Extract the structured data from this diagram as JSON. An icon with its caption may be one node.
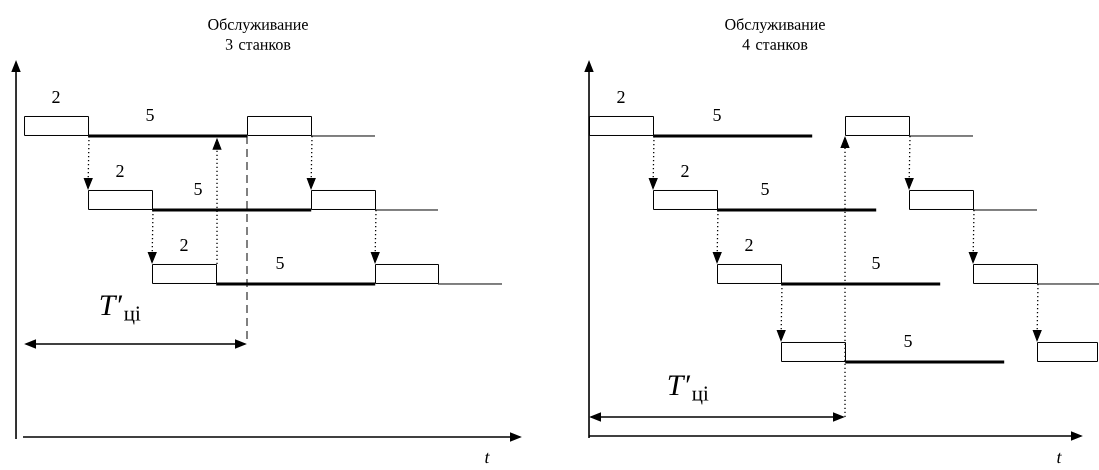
{
  "diagram": {
    "nodes": [
      {
        "text": [
          "2"
        ]
      },
      {
        "text": [
          "5"
        ]
      },
      {
        "text": [],
        "shape": "box"
      },
      {
        "text": [
          "2"
        ]
      },
      {
        "text": [
          "5"
        ]
      },
      {
        "text": [],
        "shape": "box"
      },
      {
        "text": [
          "2"
        ]
      },
      {
        "text": [
          "5"
        ]
      },
      {
        "text": [],
        "shape": "box"
      },
      {
        "text": [
          "2"
        ]
      },
      {
        "text": [
          "5"
        ]
      },
      {
        "text": [],
        "shape": "box"
      },
      {
        "text": [
          "2"
        ]
      },
      {
        "text": [
          "5"
        ]
      },
      {
        "text": [],
        "shape": "box"
      },
      {
        "text": [
          "2"
        ]
      },
      {
        "text": [
          "5"
        ]
      },
      {
        "text": [],
        "shape": "box"
      },
      {
        "text": [],
        "shape": "box"
      },
      {
        "text": [
          "5"
        ]
      },
      {
        "text": [],
        "shape": "box"
      }
    ],
    "edges": [
      {
        "from": 0,
        "to": 3,
        "arrow": "to"
      },
      {
        "from": 3,
        "to": 6,
        "arrow": "to"
      },
      {
        "from": 6,
        "to": 1,
        "arrow": "to"
      },
      {
        "from": 2,
        "to": 5,
        "arrow": "to"
      },
      {
        "from": 5,
        "to": 8,
        "arrow": "to"
      },
      {
        "from": 9,
        "to": 12,
        "arrow": "to"
      },
      {
        "from": 12,
        "to": 15,
        "arrow": "to"
      },
      {
        "from": 15,
        "to": 18,
        "arrow": "to"
      },
      {
        "from": null,
        "to": 11,
        "arrow": "to"
      },
      {
        "from": 11,
        "to": 14,
        "arrow": "to"
      },
      {
        "from": 14,
        "to": 17,
        "arrow": "to"
      },
      {
        "from": 17,
        "to": 20,
        "arrow": "to"
      }
    ],
    "labels": [
      "Обслуживание 3 станков",
      "*T*′$_{цi}$",
      "t",
      "Обслуживание 4 станков",
      "*T*′$_{цi}$",
      "t"
    ]
  }
}
